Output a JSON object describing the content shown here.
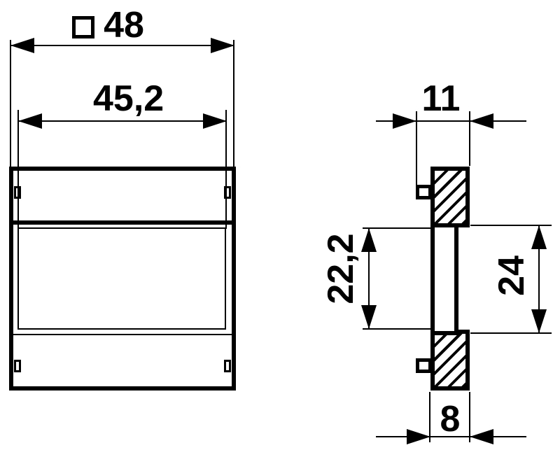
{
  "colors": {
    "background": "#ffffff",
    "ink": "#000000"
  },
  "dimensions": {
    "overall_width": "48",
    "cutout_width": "45,2",
    "bezel_depth": "11",
    "cutout_height": "22,2",
    "body_height": "24",
    "body_depth": "8"
  },
  "icons": {
    "square_section_symbol": "□"
  }
}
